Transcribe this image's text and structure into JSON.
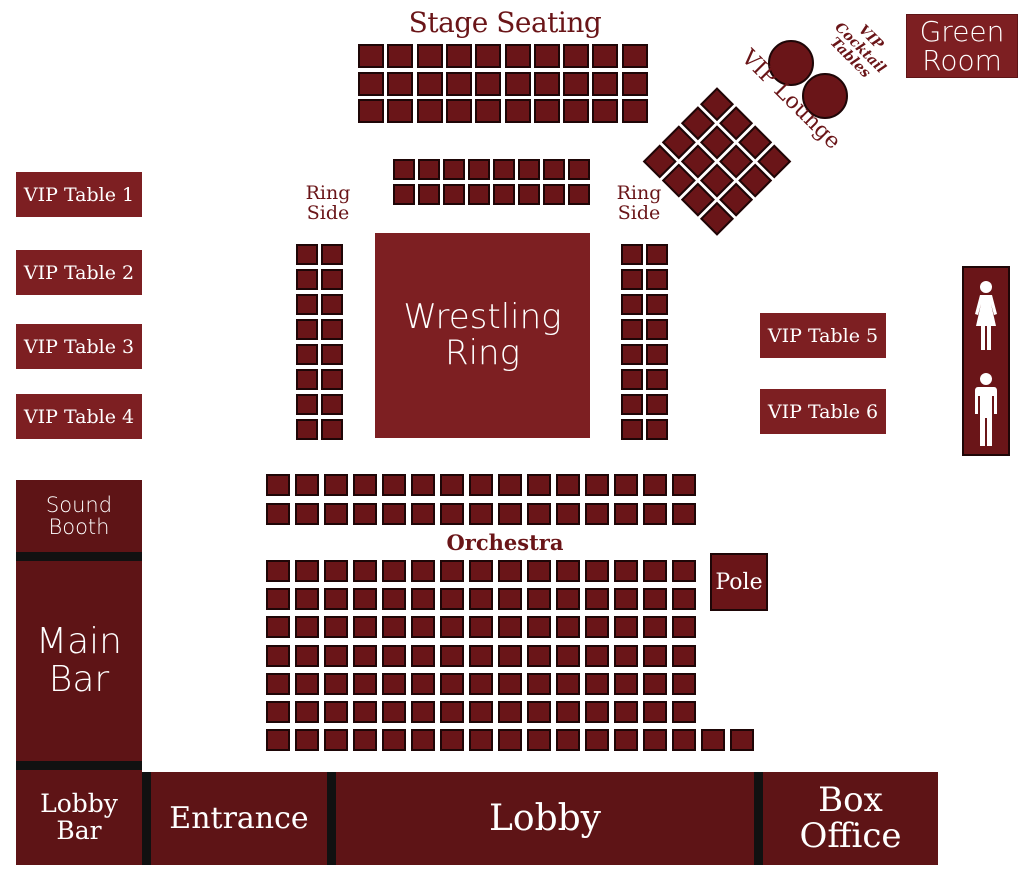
{
  "labels": {
    "stage_seating": "Stage Seating",
    "vip_cocktail_tables": "VIP Cocktail\nTables",
    "vip_lounge": "VIP Lounge",
    "green_room": "Green\nRoom",
    "ring_side_left": "Ring\nSide",
    "ring_side_right": "Ring\nSide",
    "wrestling_ring": "Wrestling\nRing",
    "vip_table_1": "VIP Table 1",
    "vip_table_2": "VIP Table 2",
    "vip_table_3": "VIP Table 3",
    "vip_table_4": "VIP Table 4",
    "vip_table_5": "VIP Table 5",
    "vip_table_6": "VIP Table 6",
    "sound_booth": "Sound\nBooth",
    "main_bar": "Main\nBar",
    "orchestra": "Orchestra",
    "pole": "Pole",
    "lobby_bar": "Lobby\nBar",
    "entrance": "Entrance",
    "lobby": "Lobby",
    "box_office": "Box\nOffice"
  },
  "colors": {
    "primary": "#7d1f22",
    "dark": "#5e1416",
    "seat": "#6a1518",
    "seat_border": "#1e0607"
  },
  "icons": [
    "restroom-woman-icon",
    "restroom-man-icon"
  ]
}
